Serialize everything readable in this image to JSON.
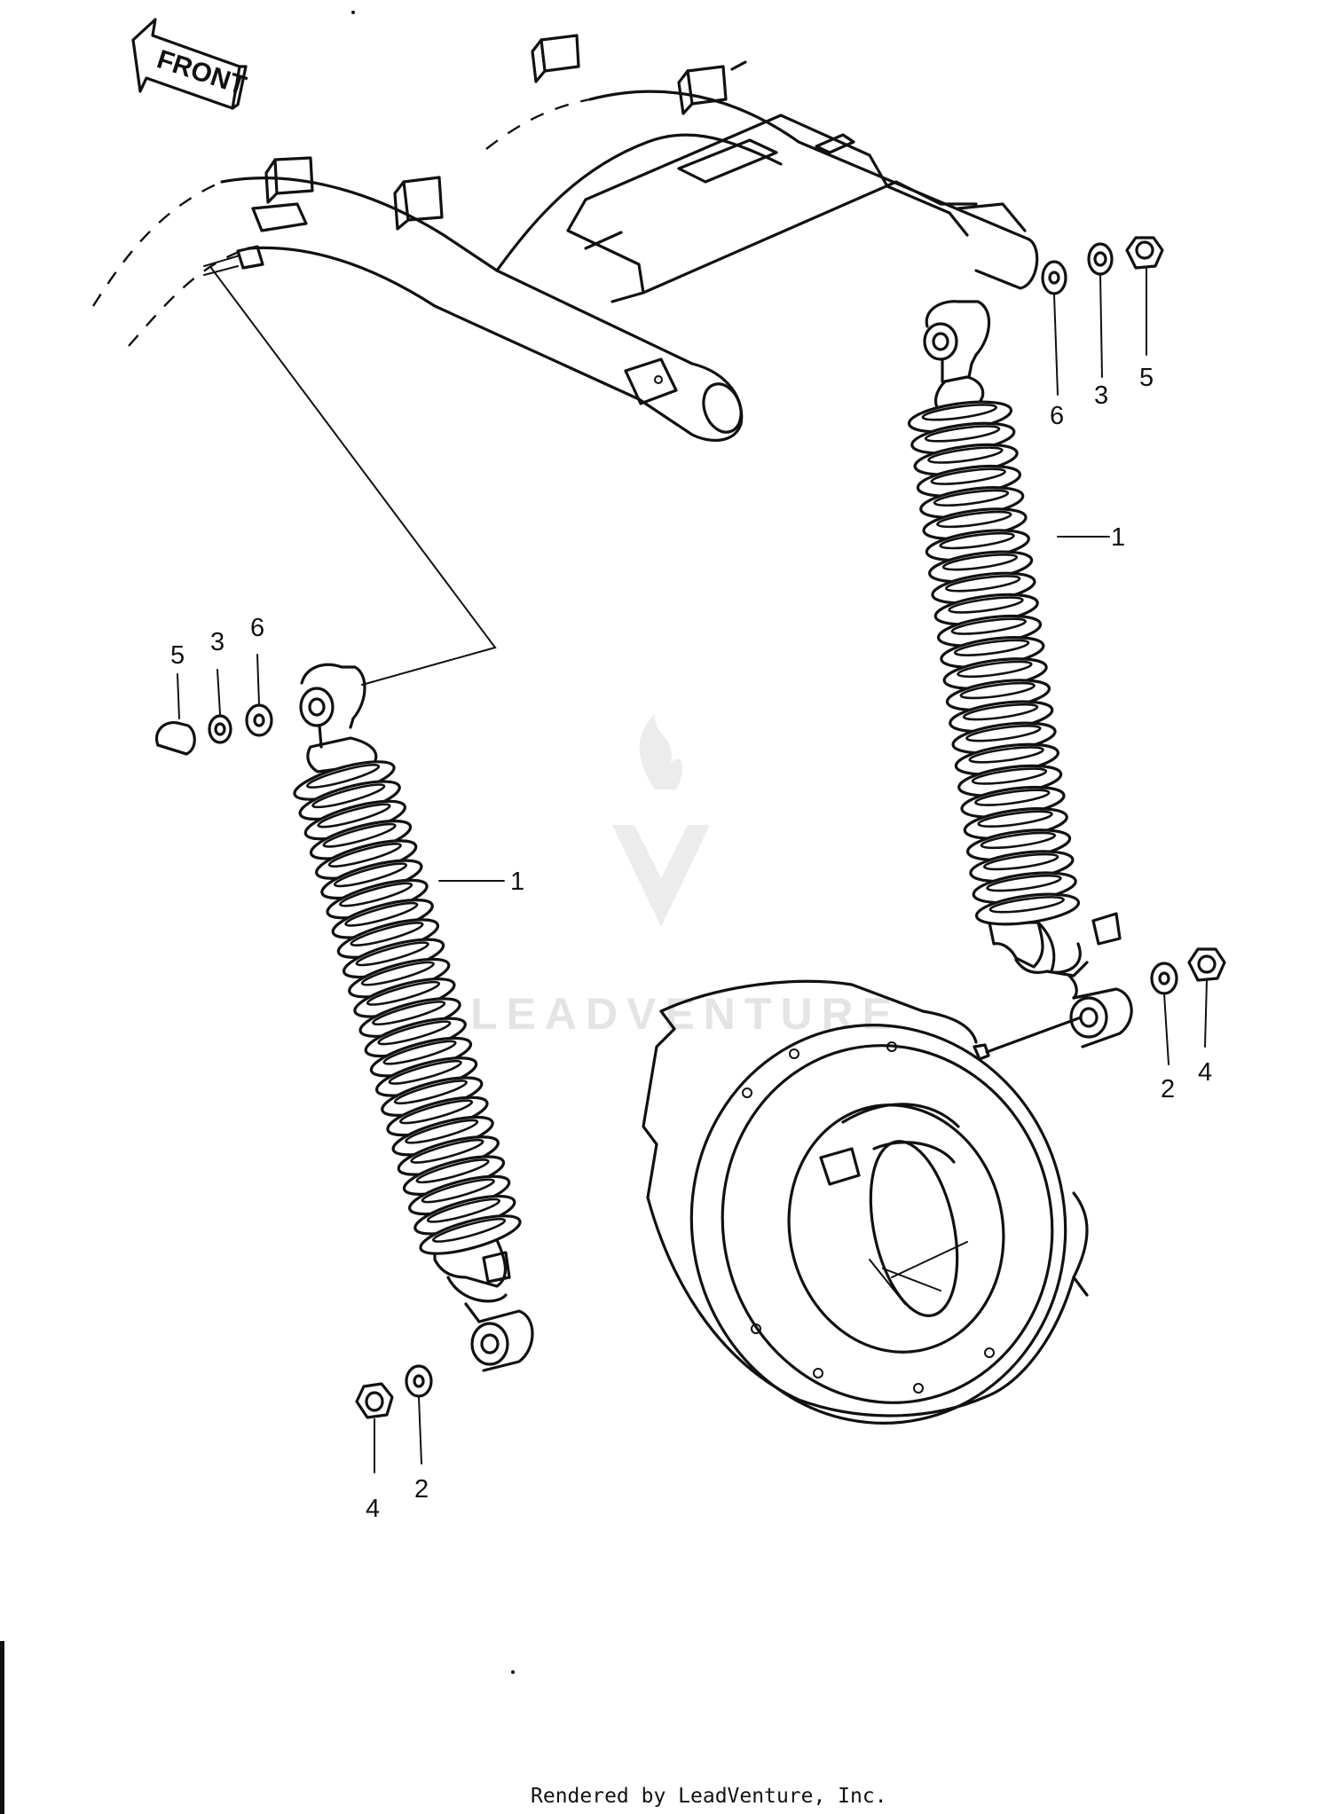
{
  "diagram": {
    "front_label": "FRONT",
    "watermark_text": "LEADVENTURE",
    "footer_text": "Rendered by LeadVenture, Inc.",
    "callouts": {
      "right_shock": "1",
      "left_shock": "1",
      "top_right_washer": "6",
      "top_right_spacer": "3",
      "top_right_cap_nut": "5",
      "top_left_cap_nut": "5",
      "top_left_spacer": "3",
      "top_left_washer": "6",
      "bottom_right_washer": "2",
      "bottom_right_nut": "4",
      "bottom_left_nut": "4",
      "bottom_left_washer": "2"
    }
  }
}
